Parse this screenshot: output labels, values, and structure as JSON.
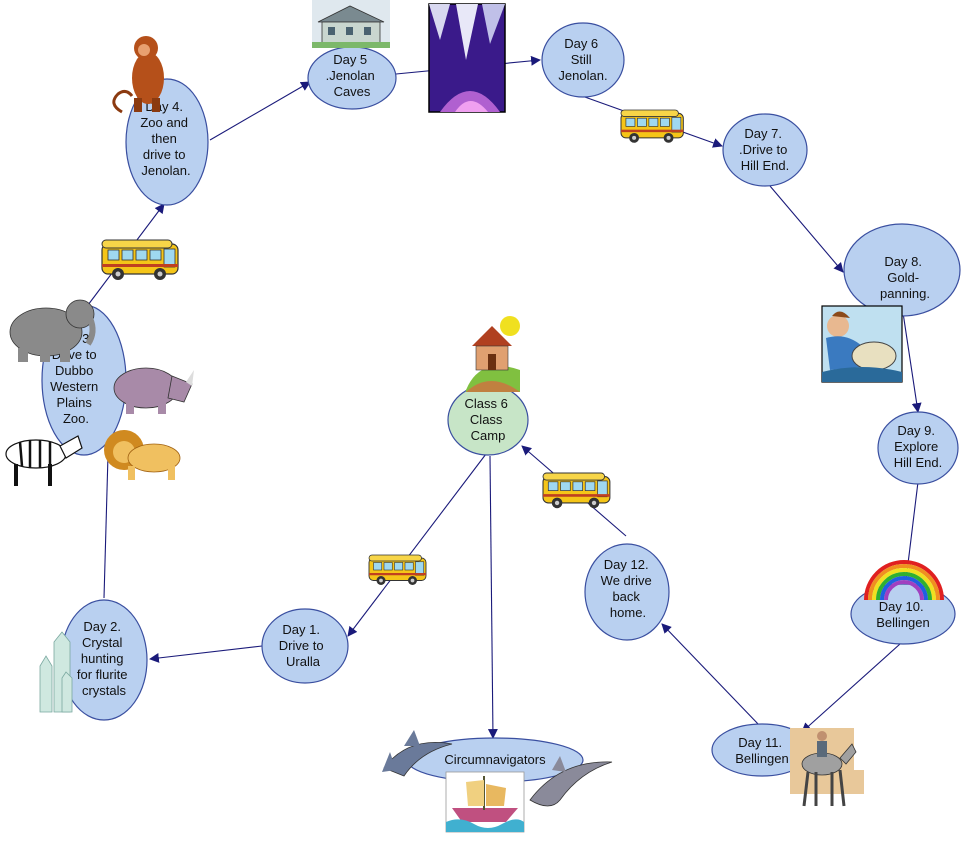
{
  "colors": {
    "node_fill": "#b9d0f0",
    "node_stroke": "#3a4fa0",
    "center_fill": "#c7e5c7",
    "arrow": "#1a1a7a",
    "bus": "#f5c518"
  },
  "nodes": {
    "center": [
      "Class 6",
      "Class",
      "Camp"
    ],
    "day1": [
      "Day 1.",
      "Drive to",
      "Uralla"
    ],
    "day2": [
      "Day 2.",
      "Crystal",
      "hunting",
      "for flurite",
      "crystals"
    ],
    "day3": [
      "Day 3.",
      "Drive to",
      "Dubbo",
      "Western",
      "Plains",
      "Zoo."
    ],
    "day4": [
      "Day 4.",
      "Zoo and",
      "then",
      "drive to",
      "Jenolan."
    ],
    "day5": [
      "Day 5",
      ".Jenolan",
      "Caves"
    ],
    "day6": [
      "Day 6",
      "Still",
      "Jenolan."
    ],
    "day7": [
      "Day 7.",
      ".Drive to",
      "Hill End."
    ],
    "day8": [
      "Day 8.",
      "Gold-",
      "panning."
    ],
    "day9": [
      "Day 9.",
      "Explore",
      "Hill End."
    ],
    "day10": [
      "Day 10.",
      "Bellingen"
    ],
    "day11": [
      "Day 11.",
      "Bellingen"
    ],
    "day12": [
      "Day 12.",
      "We drive",
      "back",
      "home."
    ],
    "circ": [
      "Circumnavigators"
    ]
  },
  "icons": [
    "bus-icon",
    "monkey-icon",
    "house-icon",
    "cave-icon",
    "gold-panning-icon",
    "rainbow-icon",
    "horse-rider-icon",
    "ship-icon",
    "shark-icon",
    "dolphin-icon",
    "elephant-icon",
    "rhino-icon",
    "zebra-icon",
    "lion-icon",
    "crystal-icon",
    "camp-house-icon"
  ]
}
